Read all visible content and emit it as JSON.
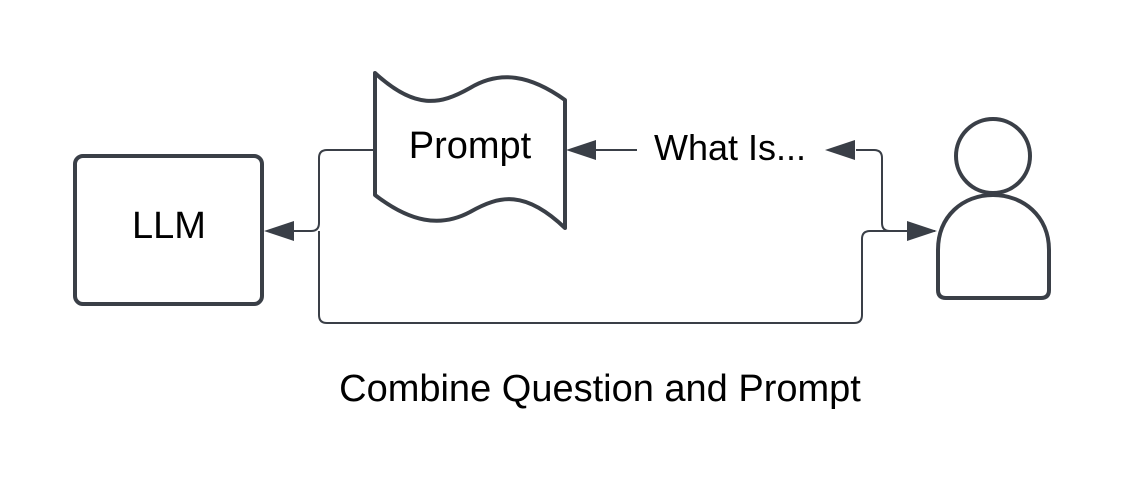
{
  "diagram": {
    "nodes": {
      "llm": {
        "label": "LLM",
        "shape": "rounded-rectangle"
      },
      "prompt": {
        "label": "Prompt",
        "shape": "document-wave"
      },
      "user": {
        "shape": "person-icon"
      }
    },
    "edges": {
      "question": {
        "label": "What Is...",
        "from": "user",
        "to": "prompt"
      },
      "prompt_to_llm": {
        "from": "prompt",
        "to": "llm"
      },
      "user_to_llm": {
        "from": "user",
        "to": "llm"
      }
    },
    "caption": "Combine Question and Prompt",
    "colors": {
      "stroke": "#3a3f47",
      "text": "#000000",
      "background": "#ffffff"
    }
  }
}
